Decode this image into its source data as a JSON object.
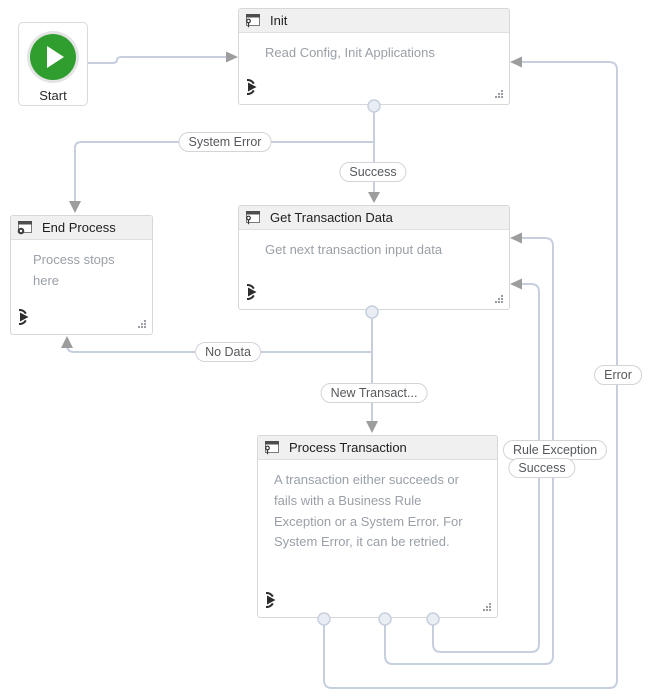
{
  "start": {
    "label": "Start"
  },
  "states": [
    {
      "id": "init",
      "title": "Init",
      "body": "Read Config, Init Applications"
    },
    {
      "id": "end-process",
      "title": "End Process",
      "body": "Process stops here"
    },
    {
      "id": "get-transaction-data",
      "title": "Get Transaction Data",
      "body": "Get next transaction input data"
    },
    {
      "id": "process-transaction",
      "title": "Process Transaction",
      "body": "A transaction either succeeds or fails with a Business Rule Exception or a System Error. For System Error, it can be retried."
    }
  ],
  "transitions": [
    {
      "label": "System Error"
    },
    {
      "label": "Success"
    },
    {
      "label": "No Data"
    },
    {
      "label": "New Transact..."
    },
    {
      "label": "Rule Exception"
    },
    {
      "label": "Success"
    },
    {
      "label": "Error"
    }
  ],
  "colors": {
    "start_green": "#2f9e2f",
    "wire": "#c7cfdf",
    "arrowhead": "#9d9d9d",
    "state_border": "#d5d7da",
    "state_header_bg": "#f0f0f1",
    "state_body_text": "#9aa0a8",
    "pill_text": "#55585c"
  }
}
